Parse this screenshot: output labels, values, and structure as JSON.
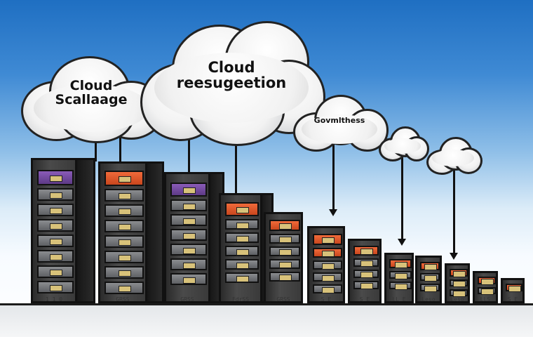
{
  "clouds": {
    "scalability": "Cloud\nScallaage",
    "resource": "Cloud\nreesugeetion",
    "small": "Govmlthess"
  },
  "cabinet_labels": [
    "1 1 0",
    "GRSS",
    "GRSS",
    "FdrSS",
    "GRSS",
    "S E",
    "S E",
    "LL E",
    "Leso",
    "LLS",
    "S E"
  ],
  "colors": {
    "sky_top": "#1f6fc2",
    "cabinet": "#3a3a3a",
    "drawer_gray": "#6f7175",
    "drawer_purple": "#6a4598",
    "drawer_orange": "#e0562a"
  }
}
